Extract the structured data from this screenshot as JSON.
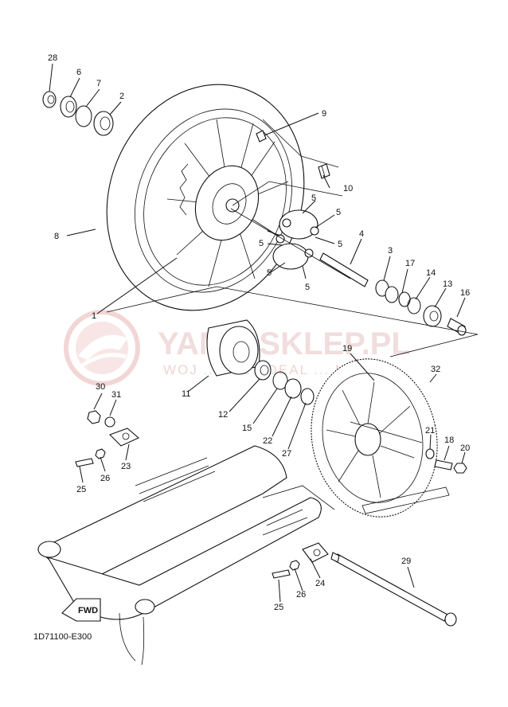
{
  "diagram": {
    "drawing_code": "1D71100-E300",
    "fwd_label": "FWD",
    "watermark": {
      "title": "YAMA-SKLEP.PL",
      "subtitle": "WOJ ... ICZ | DEAL ... MA"
    },
    "callouts": [
      {
        "id": "c28",
        "text": "28"
      },
      {
        "id": "c6",
        "text": "6"
      },
      {
        "id": "c7",
        "text": "7"
      },
      {
        "id": "c2",
        "text": "2"
      },
      {
        "id": "c9",
        "text": "9"
      },
      {
        "id": "c10",
        "text": "10"
      },
      {
        "id": "c8",
        "text": "8"
      },
      {
        "id": "c5a",
        "text": "5"
      },
      {
        "id": "c5b",
        "text": "5"
      },
      {
        "id": "c5c",
        "text": "5"
      },
      {
        "id": "c5d",
        "text": "5"
      },
      {
        "id": "c5e",
        "text": "5"
      },
      {
        "id": "c5f",
        "text": "5"
      },
      {
        "id": "c4",
        "text": "4"
      },
      {
        "id": "c3",
        "text": "3"
      },
      {
        "id": "c17",
        "text": "17"
      },
      {
        "id": "c14",
        "text": "14"
      },
      {
        "id": "c13",
        "text": "13"
      },
      {
        "id": "c16",
        "text": "16"
      },
      {
        "id": "c1",
        "text": "1"
      },
      {
        "id": "c19",
        "text": "19"
      },
      {
        "id": "c32",
        "text": "32"
      },
      {
        "id": "c11",
        "text": "11"
      },
      {
        "id": "c30",
        "text": "30"
      },
      {
        "id": "c31",
        "text": "31"
      },
      {
        "id": "c12",
        "text": "12"
      },
      {
        "id": "c15",
        "text": "15"
      },
      {
        "id": "c22",
        "text": "22"
      },
      {
        "id": "c27",
        "text": "27"
      },
      {
        "id": "c21",
        "text": "21"
      },
      {
        "id": "c18",
        "text": "18"
      },
      {
        "id": "c20",
        "text": "20"
      },
      {
        "id": "c23",
        "text": "23"
      },
      {
        "id": "c26a",
        "text": "26"
      },
      {
        "id": "c25a",
        "text": "25"
      },
      {
        "id": "c29",
        "text": "29"
      },
      {
        "id": "c24",
        "text": "24"
      },
      {
        "id": "c26b",
        "text": "26"
      },
      {
        "id": "c25b",
        "text": "25"
      }
    ]
  }
}
